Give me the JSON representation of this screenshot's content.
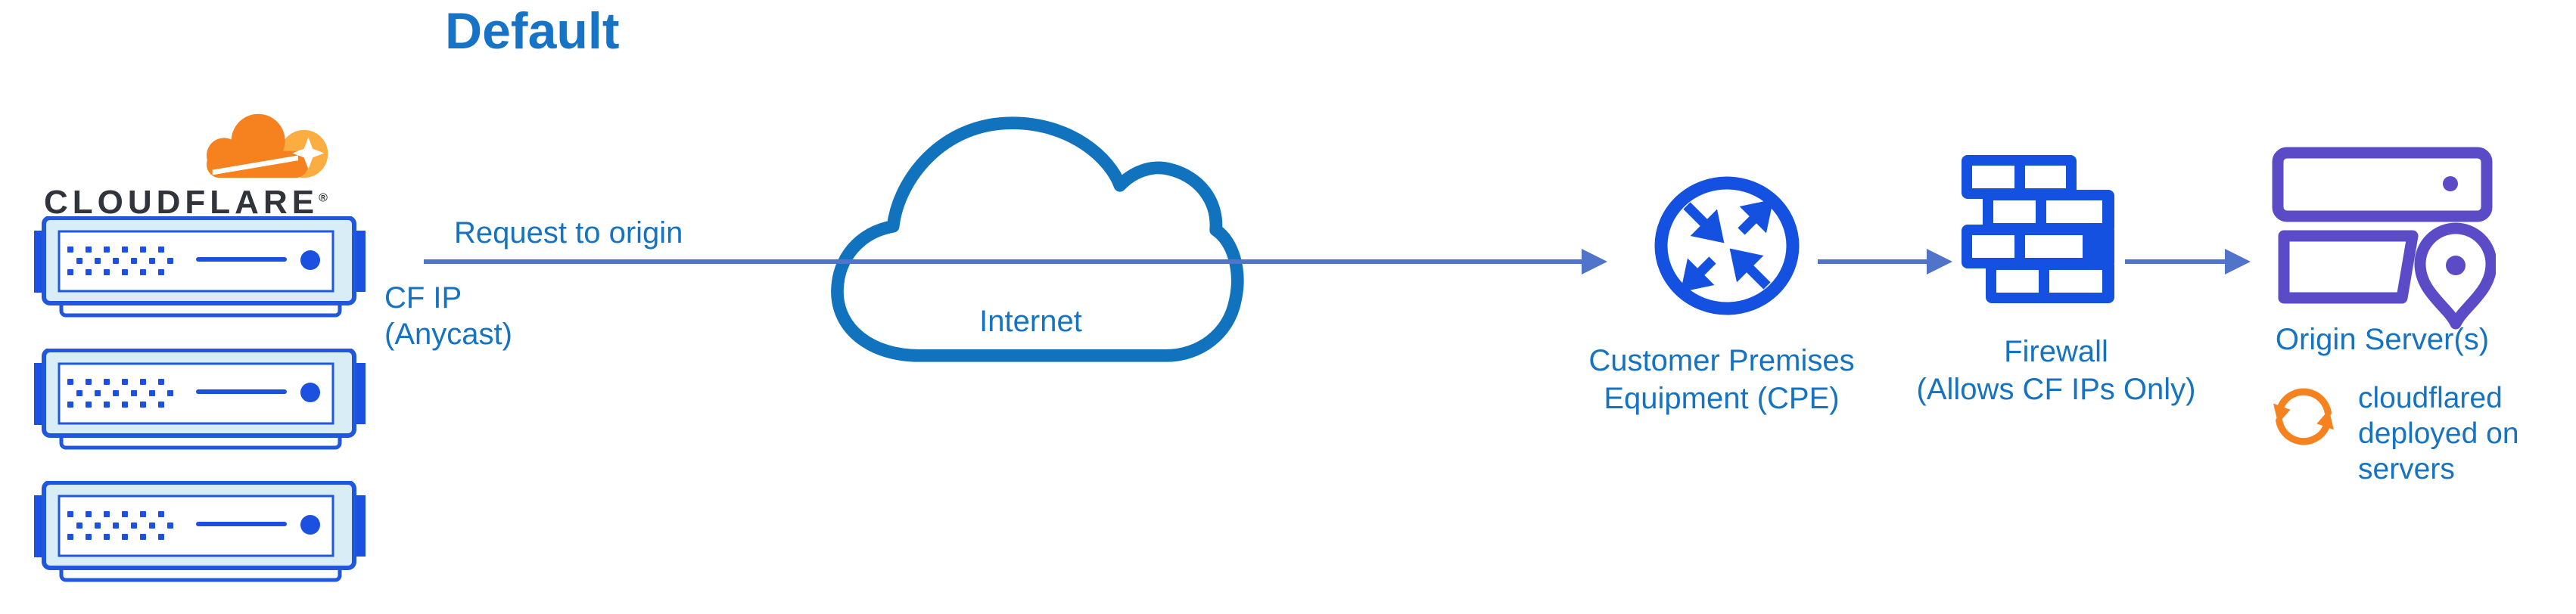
{
  "title": "Default",
  "cloudflare": {
    "wordmark": "CLOUDFLARE",
    "registered_mark": "®",
    "server_count": 3
  },
  "flow": {
    "arrow_label": "Request to origin",
    "cf_ip_line1": "CF IP",
    "cf_ip_line2": "(Anycast)"
  },
  "internet": {
    "label": "Internet"
  },
  "cpe": {
    "label_line1": "Customer Premises",
    "label_line2": "Equipment (CPE)"
  },
  "firewall": {
    "label_line1": "Firewall",
    "label_line2": "(Allows CF IPs Only)"
  },
  "origin": {
    "label": "Origin Server(s)",
    "note_line1": "cloudflared",
    "note_line2": "deployed on",
    "note_line3": "servers"
  },
  "colors": {
    "text_blue": "#1573C2",
    "title_blue": "#1673C5",
    "arrow_blue": "#4F74C9",
    "internet_cloud_blue": "#1173BD",
    "icon_blue": "#1551E0",
    "server_border_blue": "#2156DE",
    "server_fill_cyan": "#D8EDF6",
    "origin_purple": "#5C4BC7",
    "orange": "#F6821F",
    "orange_light": "#FBAD41",
    "wordmark_dark": "#31343B"
  }
}
